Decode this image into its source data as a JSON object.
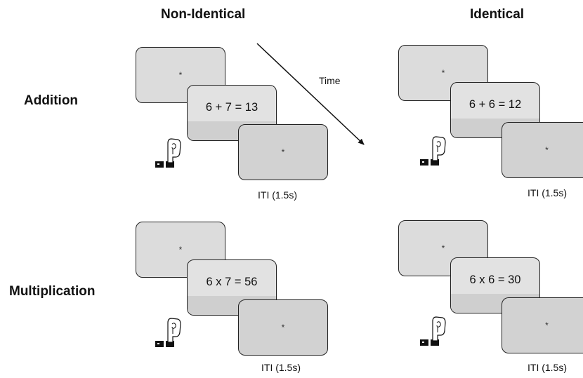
{
  "headers": {
    "non_identical": "Non-Identical",
    "identical": "Identical",
    "addition": "Addition",
    "multiplication": "Multiplication",
    "time": "Time"
  },
  "fixation": "*",
  "iti_label": "ITI (1.5s)",
  "panels": {
    "addition_non_identical": {
      "equation": "6 + 7 = 13"
    },
    "addition_identical": {
      "equation": "6 + 6 = 12"
    },
    "multiplication_non_identical": {
      "equation": "6 x 7 = 56"
    },
    "multiplication_identical": {
      "equation": "6 x 6 = 30"
    }
  }
}
